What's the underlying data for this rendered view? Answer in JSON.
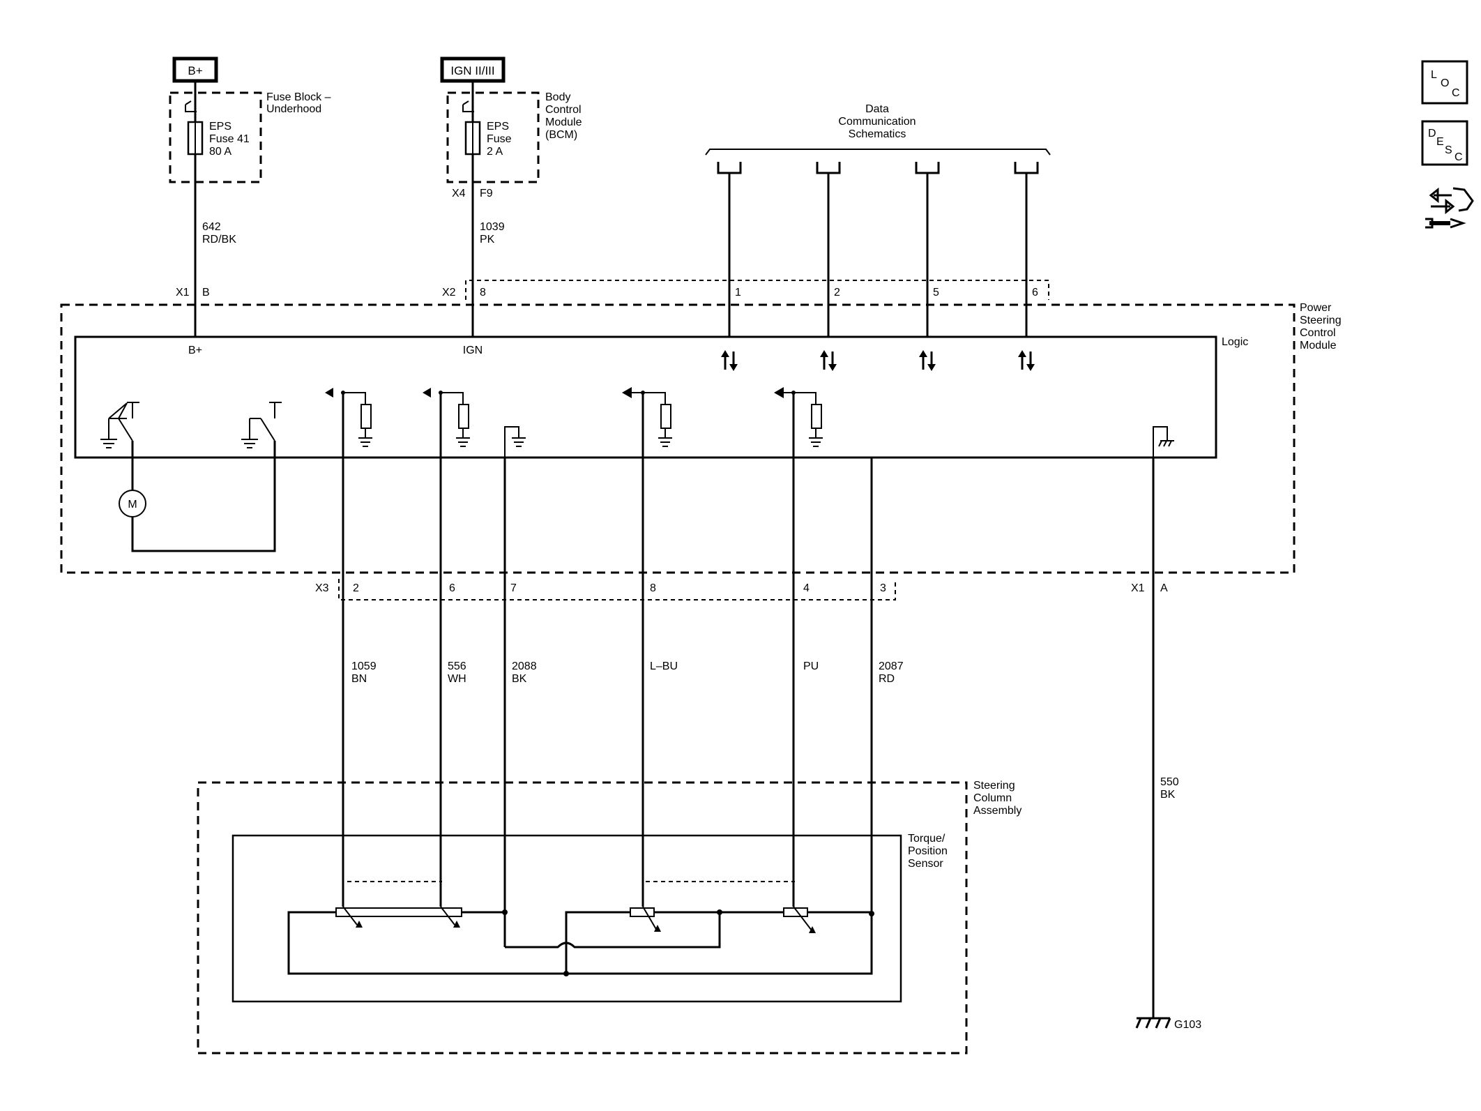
{
  "power_sources": {
    "battery": "B+",
    "ignition": "IGN II/III"
  },
  "fuse_block": {
    "title_line1": "Fuse Block –",
    "title_line2": "Underhood",
    "fuse_line1": "EPS",
    "fuse_line2": "Fuse 41",
    "fuse_line3": "80 A"
  },
  "bcm": {
    "title_line1": "Body",
    "title_line2": "Control",
    "title_line3": "Module",
    "title_line4": "(BCM)",
    "fuse_line1": "EPS",
    "fuse_line2": "Fuse",
    "fuse_line3": "2 A",
    "connector": "X4",
    "pin": "F9"
  },
  "data_comm": {
    "line1": "Data",
    "line2": "Communication",
    "line3": "Schematics"
  },
  "wires": {
    "w642": {
      "circuit": "642",
      "color": "RD/BK"
    },
    "w1039": {
      "circuit": "1039",
      "color": "PK"
    },
    "w1059": {
      "circuit": "1059",
      "color": "BN"
    },
    "w556": {
      "circuit": "556",
      "color": "WH"
    },
    "w2088": {
      "circuit": "2088",
      "color": "BK"
    },
    "wlbu": {
      "color": "L–BU"
    },
    "wpu": {
      "color": "PU"
    },
    "w2087": {
      "circuit": "2087",
      "color": "RD"
    },
    "w550": {
      "circuit": "550",
      "color": "BK"
    }
  },
  "pscm": {
    "title_line1": "Power",
    "title_line2": "Steering",
    "title_line3": "Control",
    "title_line4": "Module",
    "logic": "Logic",
    "label_bplus": "B+",
    "label_ign": "IGN",
    "motor": "M"
  },
  "connectors": {
    "x1": "X1",
    "x1_b": "B",
    "x1_a": "A",
    "x2": "X2",
    "x2_pins": [
      "8",
      "1",
      "2",
      "5",
      "6"
    ],
    "x3": "X3",
    "x3_pins": [
      "2",
      "6",
      "7",
      "8",
      "4",
      "3"
    ]
  },
  "steering_column": {
    "line1": "Steering",
    "line2": "Column",
    "line3": "Assembly"
  },
  "torque_sensor": {
    "line1": "Torque/",
    "line2": "Position",
    "line3": "Sensor"
  },
  "ground": "G103",
  "side_icons": {
    "loc": {
      "l": "L",
      "o": "O",
      "c": "C"
    },
    "desc": {
      "d": "D",
      "e": "E",
      "s": "S",
      "c": "C"
    }
  }
}
